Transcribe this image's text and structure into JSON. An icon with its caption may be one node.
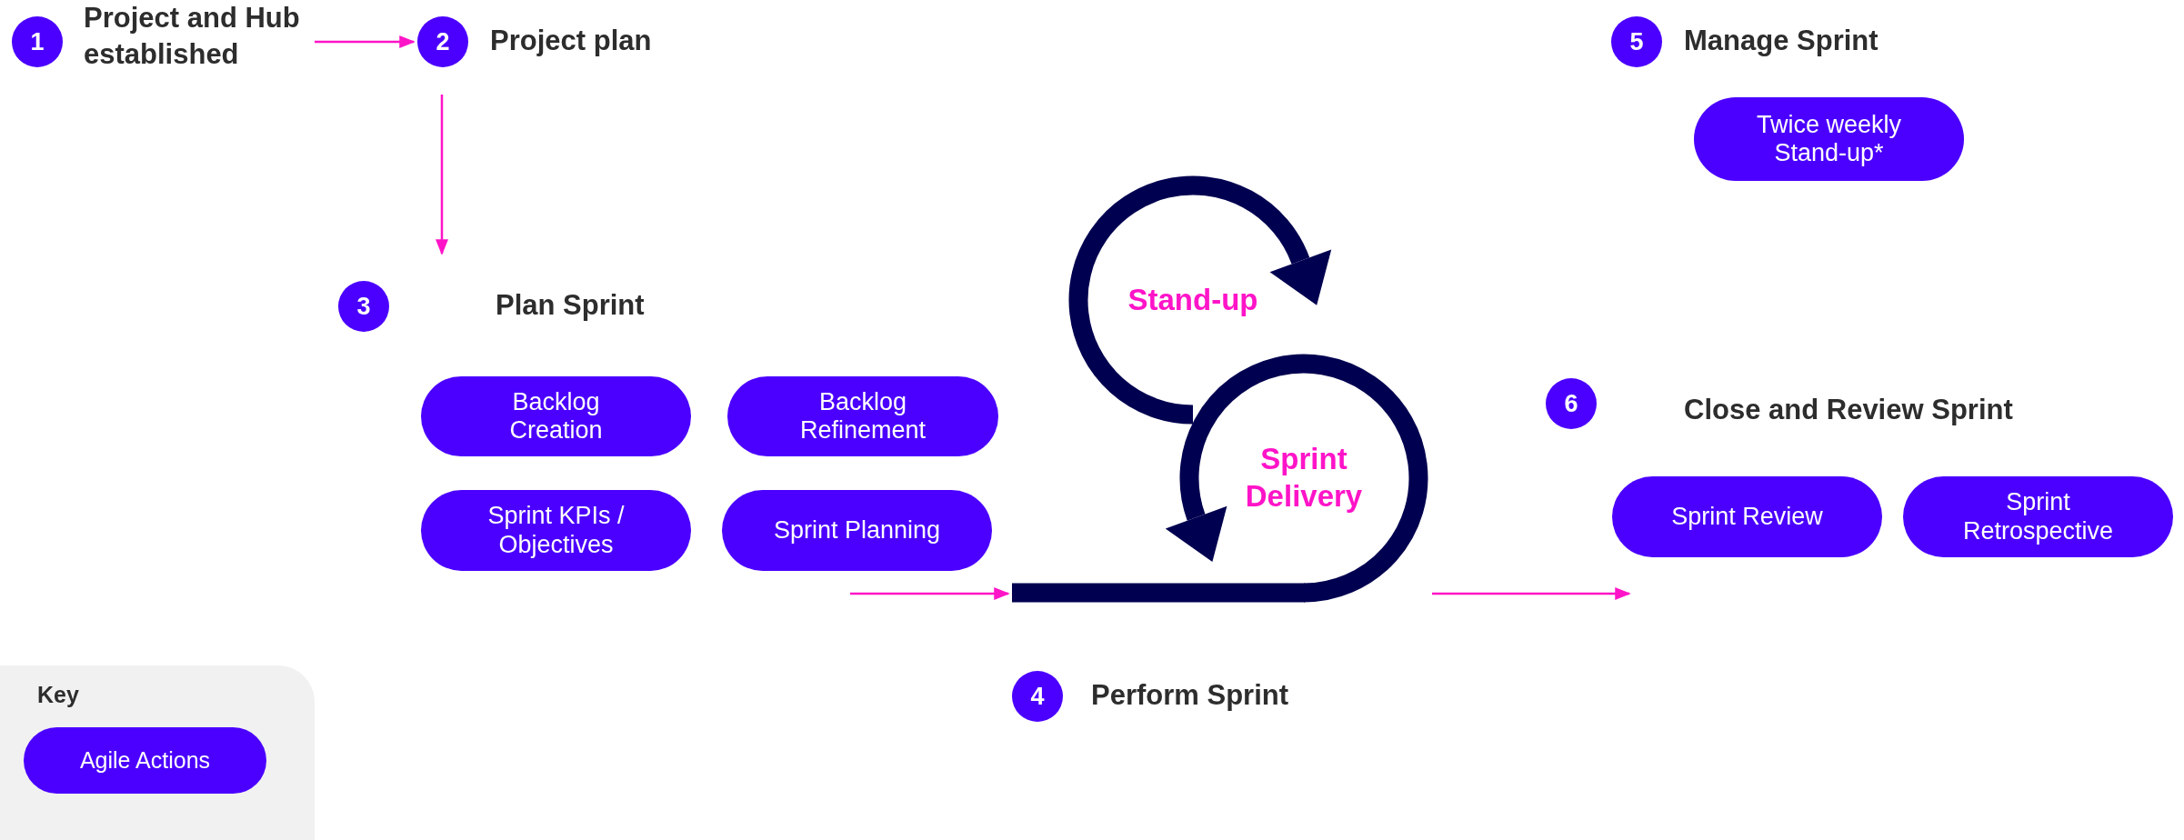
{
  "diagram": {
    "nodes": [
      {
        "text": [
          "1",
          "Project and Hub established"
        ]
      },
      {
        "text": [
          "2",
          "Project plan"
        ]
      },
      {
        "text": [
          "3"
        ]
      },
      {
        "text": [
          "Backlog Creation"
        ]
      },
      {
        "text": [
          "Backlog Refinement"
        ]
      },
      {
        "text": [
          "Sprint KPIs / Objectives"
        ]
      },
      {
        "text": [
          "Sprint Planning"
        ]
      },
      {
        "text": [
          "Stand-up",
          "Sprint Delivery"
        ]
      },
      {
        "text": [
          "4",
          "Perform Sprint"
        ]
      },
      {
        "text": [
          "5",
          "Manage Sprint"
        ]
      },
      {
        "text": [
          "Twice weekly Stand-up*"
        ]
      },
      {
        "text": [
          "6"
        ]
      },
      {
        "text": [
          "Sprint Review"
        ]
      },
      {
        "text": [
          "Sprint Retrospective"
        ]
      }
    ],
    "edges": [
      {
        "from": 0,
        "to": 1,
        "arrow": "to"
      },
      {
        "from": 1,
        "to": 2,
        "arrow": "to"
      },
      {
        "from": 6,
        "to": 7,
        "arrow": "to"
      },
      {
        "from": 7,
        "to": 12,
        "arrow": "to"
      }
    ],
    "labels": [
      "Plan Sprint",
      "Close and Review Sprint",
      "Key"
    ],
    "legend": [
      {
        "text": "Agile Actions",
        "color": "#4b00ff"
      }
    ]
  }
}
